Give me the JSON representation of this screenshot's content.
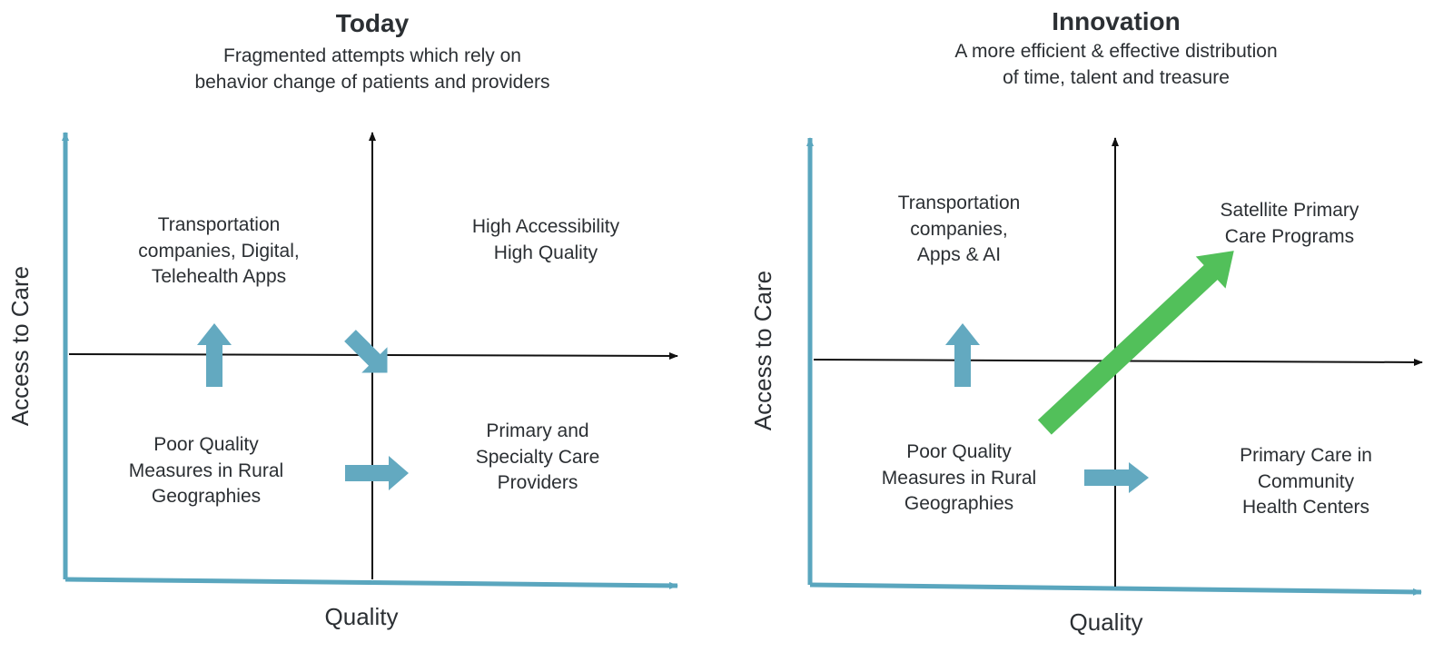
{
  "colors": {
    "frame_axis": "#5aa6be",
    "arrow_blue": "#63a9c0",
    "arrow_green": "#52c05a",
    "axis_line": "#111111"
  },
  "today": {
    "title": "Today",
    "subtitle_line1": "Fragmented attempts which rely on",
    "subtitle_line2": "behavior change of patients and providers",
    "y_axis_label": "Access to Care",
    "x_axis_label": "Quality",
    "quadrant_top_left": [
      "Transportation",
      "companies, Digital,",
      "Telehealth Apps"
    ],
    "quadrant_top_right": [
      "High Accessibility",
      "High Quality"
    ],
    "quadrant_bottom_left": [
      "Poor Quality",
      "Measures in Rural",
      "Geographies"
    ],
    "quadrant_bottom_right": [
      "Primary and",
      "Specialty Care",
      "Providers"
    ]
  },
  "innovation": {
    "title": "Innovation",
    "subtitle_line1": "A more efficient & effective distribution",
    "subtitle_line2": "of time, talent and treasure",
    "y_axis_label": "Access to Care",
    "x_axis_label": "Quality",
    "quadrant_top_left": [
      "Transportation",
      "companies,",
      "Apps & AI"
    ],
    "quadrant_top_right": [
      "Satellite Primary",
      "Care Programs"
    ],
    "quadrant_bottom_left": [
      "Poor Quality",
      "Measures in Rural",
      "Geographies"
    ],
    "quadrant_bottom_right": [
      "Primary Care in",
      "Community",
      "Health Centers"
    ]
  }
}
